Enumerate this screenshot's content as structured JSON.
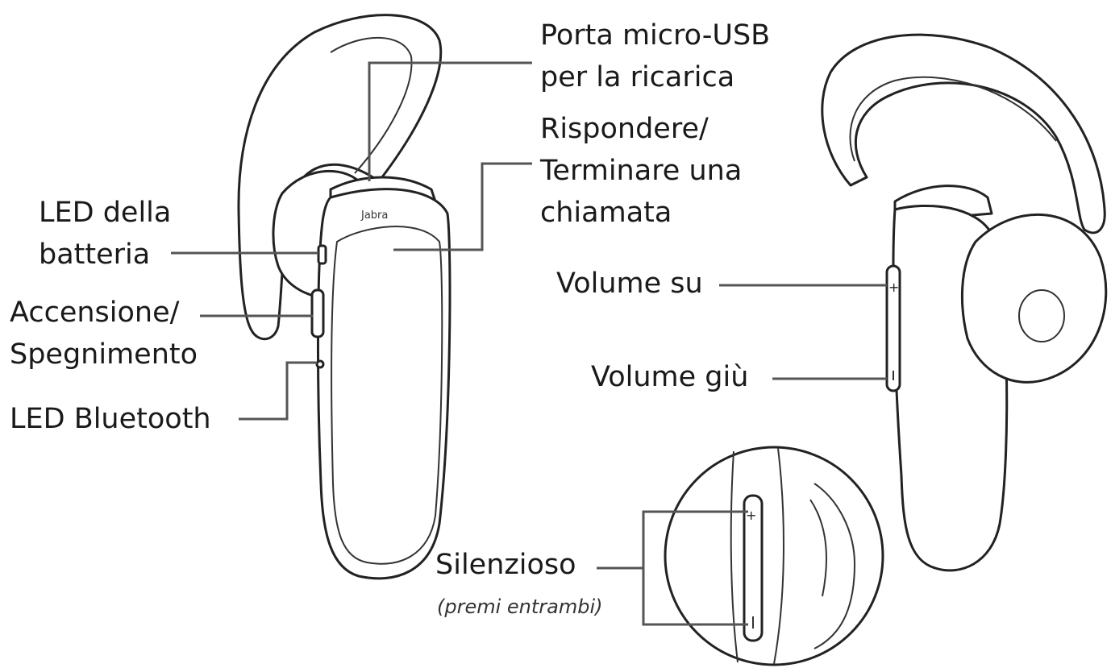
{
  "logo_text": "Jabra",
  "labels": {
    "usb": [
      "Porta micro-USB",
      "per la ricarica"
    ],
    "answer": [
      "Rispondere/",
      "Terminare una",
      "chiamata"
    ],
    "battery_led": [
      "LED della",
      "batteria"
    ],
    "power": [
      "Accensione/",
      "Spegnimento"
    ],
    "bluetooth_led": [
      "LED Bluetooth"
    ],
    "volume_up": [
      "Volume su"
    ],
    "volume_down": [
      "Volume giù"
    ],
    "mute": [
      "Silenzioso"
    ],
    "mute_note": "(premi entrambi)"
  },
  "colors": {
    "line": "#555555",
    "outline": "#222222",
    "text": "#1a1a1a"
  }
}
